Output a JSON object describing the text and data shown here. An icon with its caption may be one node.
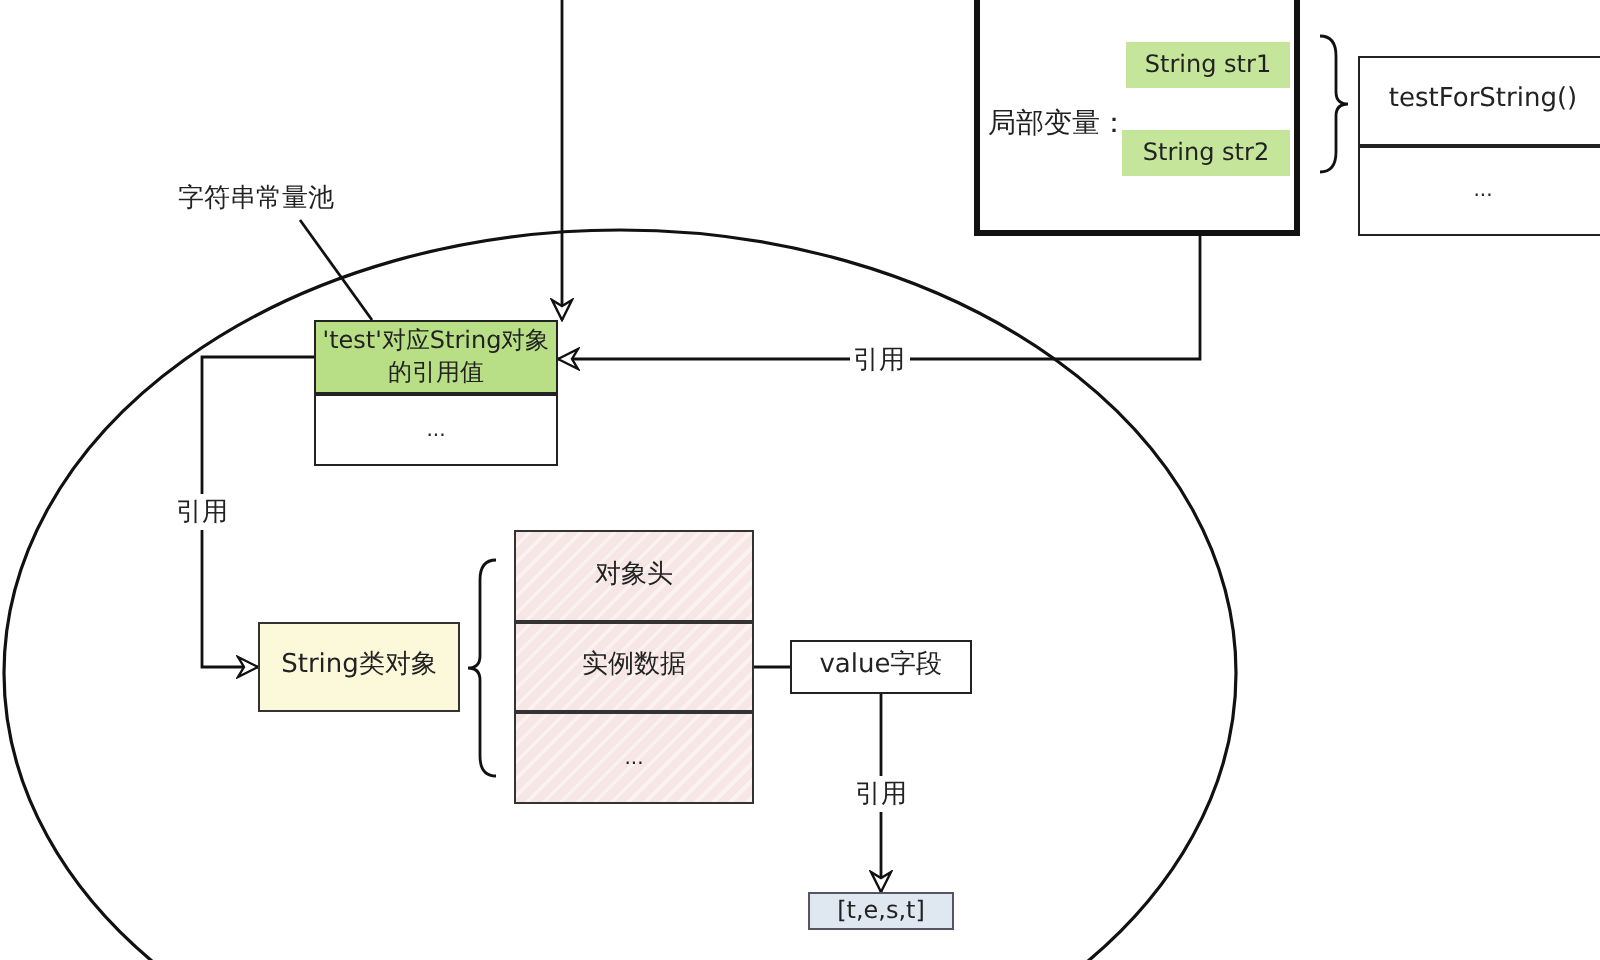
{
  "diagram": {
    "nodes": [
      {
        "text": [],
        "shape": "ellipse"
      },
      {
        "text": [
          "局部变量："
        ]
      },
      {
        "text": [
          "String str1"
        ],
        "in": 1
      },
      {
        "text": [
          "String str2"
        ],
        "in": 1
      },
      {
        "text": [
          "testForString()"
        ]
      },
      {
        "text": [
          "..."
        ]
      },
      {
        "text": [
          "字符串常量池"
        ]
      },
      {
        "text": [
          "'test'对应String对象的引用值"
        ],
        "in": 0
      },
      {
        "text": [
          "..."
        ],
        "in": 0
      },
      {
        "text": [
          "String类对象"
        ],
        "in": 0
      },
      {
        "text": [
          "对象头"
        ],
        "in": 0
      },
      {
        "text": [
          "实例数据"
        ],
        "in": 0
      },
      {
        "text": [
          "..."
        ],
        "in": 0
      },
      {
        "text": [
          "value字段"
        ],
        "in": 0
      },
      {
        "text": [
          "[t,e,s,t]"
        ],
        "in": 0
      }
    ],
    "edges": [
      {
        "from": null,
        "to": 7,
        "arrow": "to"
      },
      {
        "from": 3,
        "to": 7,
        "arrow": "to",
        "label": "引用"
      },
      {
        "from": 7,
        "to": 9,
        "arrow": "to",
        "label": "引用"
      },
      {
        "from": 11,
        "to": 13,
        "arrow": "none"
      },
      {
        "from": 13,
        "to": 14,
        "arrow": "to",
        "label": "引用"
      },
      {
        "from": 6,
        "to": 7,
        "arrow": "none"
      }
    ]
  }
}
